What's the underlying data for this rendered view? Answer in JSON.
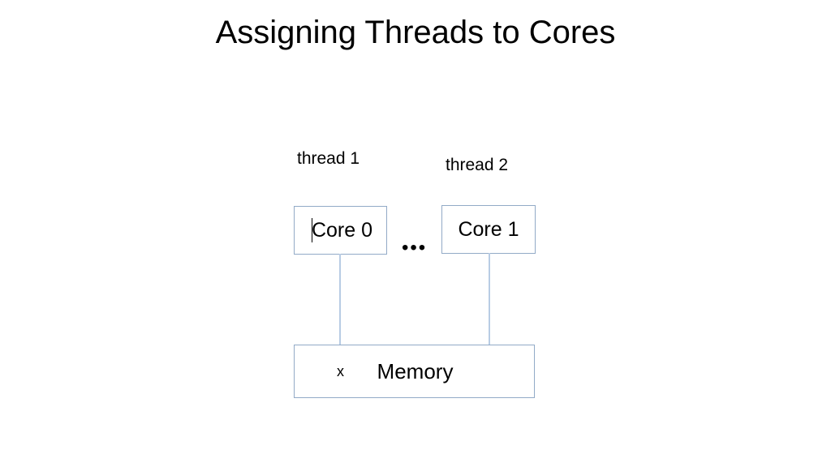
{
  "slide": {
    "title": "Assigning Threads to Cores",
    "background_color": "#ffffff",
    "text_color": "#000000"
  },
  "diagram": {
    "box_border_color": "#92aac7",
    "connector_color": "#b8cce4",
    "threads": [
      {
        "id": "thread-1",
        "label": "thread 1"
      },
      {
        "id": "thread-2",
        "label": "thread 2"
      }
    ],
    "cores": [
      {
        "id": "core-0",
        "label": "Core 0",
        "has_text_caret": true
      },
      {
        "id": "core-1",
        "label": "Core 1",
        "has_text_caret": false
      }
    ],
    "cores_ellipsis": "•••",
    "memory": {
      "label": "Memory",
      "variable_label": "x"
    },
    "connectors": [
      {
        "id": "connector-core0",
        "from": "core-0",
        "to": "memory"
      },
      {
        "id": "connector-core1",
        "from": "core-1",
        "to": "memory"
      }
    ]
  }
}
